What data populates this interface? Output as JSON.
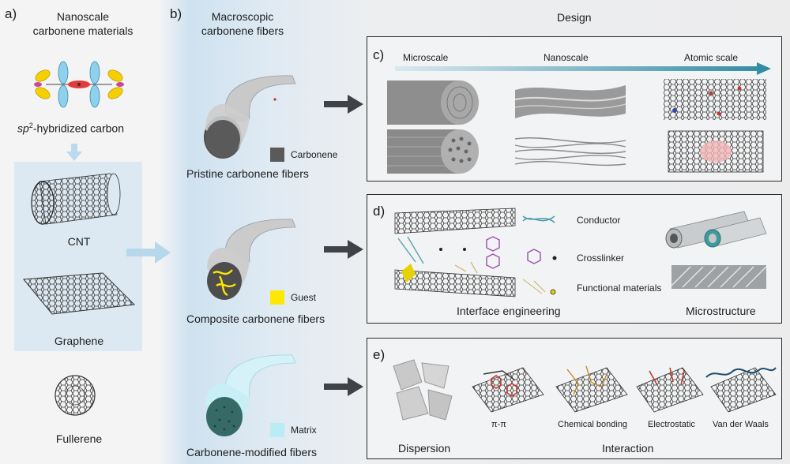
{
  "panel_a": {
    "letter": "a)",
    "title_line1": "Nanoscale",
    "title_line2": "carbonene materials",
    "sp2_prefix": "sp",
    "sp2_sup": "2",
    "sp2_suffix": "-hybridized carbon",
    "items": [
      "CNT",
      "Graphene",
      "Fullerene"
    ]
  },
  "panel_b": {
    "letter": "b)",
    "title_line1": "Macroscopic",
    "title_line2": "carbonene fibers",
    "fibers": [
      {
        "name": "Pristine carbonene fibers",
        "legend": "Carbonene",
        "legend_color": "#5a5a5a"
      },
      {
        "name": "Composite carbonene fibers",
        "legend": "Guest",
        "legend_color": "#ffe800"
      },
      {
        "name": "Carbonene-modified fibers",
        "legend": "Matrix",
        "legend_color": "#b9ecf5"
      }
    ]
  },
  "design": {
    "title": "Design",
    "c": {
      "letter": "c)",
      "scales": [
        "Microscale",
        "Nanoscale",
        "Atomic scale"
      ]
    },
    "d": {
      "letter": "d)",
      "legend": [
        "Conductor",
        "Crosslinker",
        "Functional materials"
      ],
      "captions": [
        "Interface engineering",
        "Microstructure"
      ]
    },
    "e": {
      "letter": "e)",
      "labels": [
        "π-π",
        "Chemical bonding",
        "Electrostatic",
        "Van der Waals"
      ],
      "captions": [
        "Dispersion",
        "Interaction"
      ]
    }
  }
}
